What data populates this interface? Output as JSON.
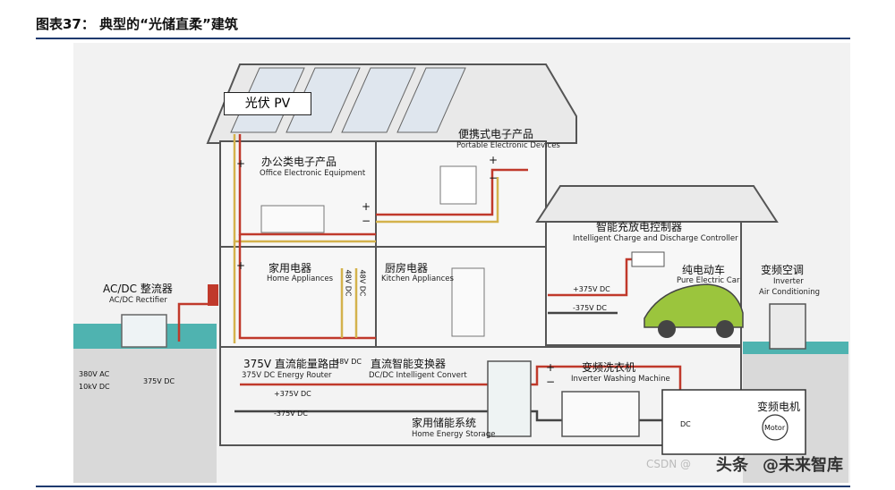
{
  "figure_title": "图表37：  典型的“光储直柔”建筑",
  "labels": {
    "pv": "光伏 PV",
    "office_zh": "办公类电子产品",
    "office_en": "Office Electronic Equipment",
    "portable_zh": "便携式电子产品",
    "portable_en": "Portable Electronic Devices",
    "charge_ctrl_zh": "智能充放电控制器",
    "charge_ctrl_en": "Intelligent Charge and Discharge Controller",
    "home_app_zh": "家用电器",
    "home_app_en": "Home Appliances",
    "kitchen_zh": "厨房电器",
    "kitchen_en": "Kitchen Appliances",
    "ev_zh": "纯电动车",
    "ev_en": "Pure Electric Car",
    "ac_zh": "变频空调",
    "ac_en1": "Inverter",
    "ac_en2": "Air Conditioning",
    "rectifier_zh": "AC/DC 整流器",
    "rectifier_en": "AC/DC Rectifier",
    "router_zh": "375V 直流能量路由",
    "router_en": "375V DC Energy Router",
    "convert_zh": "直流智能变换器",
    "convert_en": "DC/DC Intelligent Convert",
    "washer_zh": "变频洗衣机",
    "washer_en": "Inverter Washing Machine",
    "storage_zh": "家用储能系统",
    "storage_en": "Home Energy Storage",
    "motor_zh": "变频电机",
    "motor": "Motor",
    "dc": "DC",
    "v48a": "48V DC",
    "v48b": "48V DC",
    "p375_1": "+375V DC",
    "m375_1": "-375V DC",
    "p375_2": "+375V DC",
    "m375_2": "-375V DC",
    "grid1": "380V AC",
    "grid2": "10kV DC",
    "grid3": "375V DC",
    "router_box": "48V DC",
    "plus": "+",
    "minus": "−"
  },
  "watermark": {
    "csdn": "CSDN @",
    "toutiao": "头条",
    "brand": "@未来智库"
  },
  "colors": {
    "rule": "#1e3a6e",
    "wire_red": "#c0392b",
    "wire_yellow": "#d4b24c",
    "ground": "#2a9d9a",
    "car": "#9bc53d"
  }
}
